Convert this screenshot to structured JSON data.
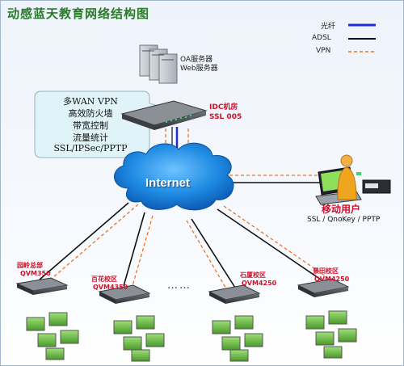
{
  "title": "动感蓝天教育网络结构图",
  "legend": [
    {
      "label": "光纤",
      "color": "#1f2ad8",
      "style": "solid"
    },
    {
      "label": "ADSL",
      "color": "#111111",
      "style": "solid"
    },
    {
      "label": "VPN",
      "color": "#e8742a",
      "style": "dashed"
    }
  ],
  "servers": {
    "line1": "OA服务器",
    "line2": "Web服务器"
  },
  "idc": {
    "line1": "IDC机房",
    "line2": "SSL 005"
  },
  "bubble": [
    "多WAN VPN",
    "高效防火墙",
    "带宽控制",
    "流量统计",
    "SSL/IPSec/PPTP"
  ],
  "internet": "Internet",
  "mobile": {
    "title": "移动用户",
    "sub": "SSL / QnoKey / PPTP"
  },
  "ellipsis": "……",
  "branches": [
    {
      "name": "园岭总部",
      "model": "QVM350"
    },
    {
      "name": "百花校区",
      "model": "QVM4350"
    },
    {
      "name": "石厦校区",
      "model": "QVM4250"
    },
    {
      "name": "景田校区",
      "model": "QVM4250"
    }
  ],
  "colors": {
    "title": "#2a7a2a",
    "label_red": "#d0102a",
    "cloud": "#1e8fe0",
    "bubble": "#dff3f8"
  }
}
